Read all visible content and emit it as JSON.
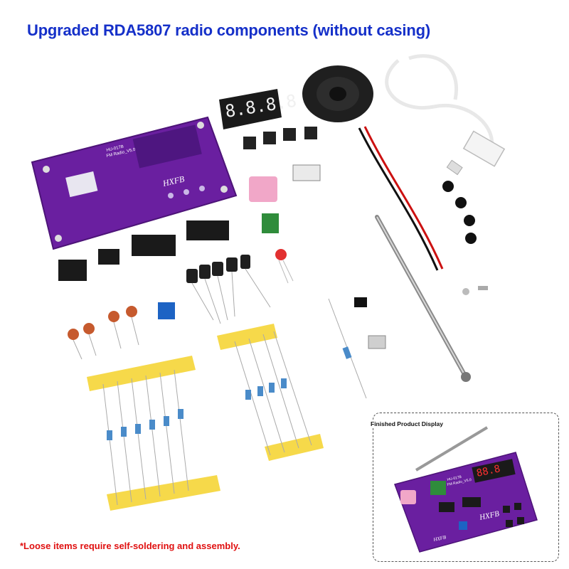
{
  "title": "Upgraded RDA5807 radio components (without casing)",
  "footnote": "*Loose items require self-soldering and assembly.",
  "inset": {
    "label": "Finished Product Display",
    "board_model": "HU-017B",
    "board_name": "FM Radio_V5.0",
    "logo_text": "HXFB"
  },
  "pcb": {
    "model": "HU-017B",
    "name": "FM Radio_V5.0",
    "logo_text": "HXFB"
  },
  "colors": {
    "title": "#1530c9",
    "footnote": "#e01010",
    "pcb_purple": "#6a1fa0",
    "tape_yellow": "#f6d94a"
  }
}
